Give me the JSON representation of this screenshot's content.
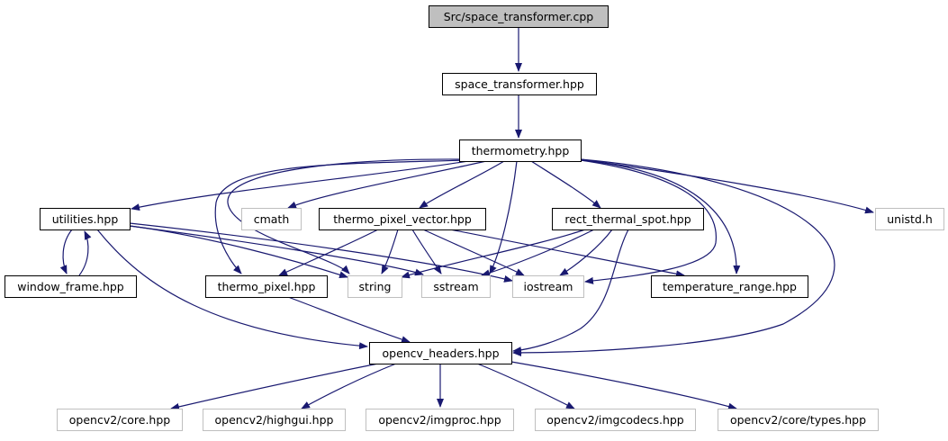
{
  "graph": {
    "nodes": [
      {
        "id": "n_space_cpp",
        "label": "Src/space_transformer.cpp",
        "style": "root"
      },
      {
        "id": "n_space_hpp",
        "label": "space_transformer.hpp",
        "style": "local"
      },
      {
        "id": "n_thermometry",
        "label": "thermometry.hpp",
        "style": "local"
      },
      {
        "id": "n_utilities",
        "label": "utilities.hpp",
        "style": "local"
      },
      {
        "id": "n_cmath",
        "label": "cmath",
        "style": "system"
      },
      {
        "id": "n_tpv",
        "label": "thermo_pixel_vector.hpp",
        "style": "local"
      },
      {
        "id": "n_rts",
        "label": "rect_thermal_spot.hpp",
        "style": "local"
      },
      {
        "id": "n_unistd",
        "label": "unistd.h",
        "style": "system"
      },
      {
        "id": "n_window",
        "label": "window_frame.hpp",
        "style": "local"
      },
      {
        "id": "n_tp",
        "label": "thermo_pixel.hpp",
        "style": "local"
      },
      {
        "id": "n_string",
        "label": "string",
        "style": "system"
      },
      {
        "id": "n_sstream",
        "label": "sstream",
        "style": "system"
      },
      {
        "id": "n_iostream",
        "label": "iostream",
        "style": "system"
      },
      {
        "id": "n_temp",
        "label": "temperature_range.hpp",
        "style": "local"
      },
      {
        "id": "n_opencv",
        "label": "opencv_headers.hpp",
        "style": "local"
      },
      {
        "id": "n_core",
        "label": "opencv2/core.hpp",
        "style": "system"
      },
      {
        "id": "n_highgui",
        "label": "opencv2/highgui.hpp",
        "style": "system"
      },
      {
        "id": "n_imgproc",
        "label": "opencv2/imgproc.hpp",
        "style": "system"
      },
      {
        "id": "n_imgcodecs",
        "label": "opencv2/imgcodecs.hpp",
        "style": "system"
      },
      {
        "id": "n_types",
        "label": "opencv2/core/types.hpp",
        "style": "system"
      }
    ],
    "edges": [
      {
        "from": "n_space_cpp",
        "to": "n_space_hpp"
      },
      {
        "from": "n_space_hpp",
        "to": "n_thermometry"
      },
      {
        "from": "n_thermometry",
        "to": "n_utilities"
      },
      {
        "from": "n_thermometry",
        "to": "n_cmath"
      },
      {
        "from": "n_thermometry",
        "to": "n_tpv"
      },
      {
        "from": "n_thermometry",
        "to": "n_rts"
      },
      {
        "from": "n_thermometry",
        "to": "n_unistd"
      },
      {
        "from": "n_thermometry",
        "to": "n_tp"
      },
      {
        "from": "n_thermometry",
        "to": "n_string"
      },
      {
        "from": "n_thermometry",
        "to": "n_sstream"
      },
      {
        "from": "n_thermometry",
        "to": "n_iostream"
      },
      {
        "from": "n_thermometry",
        "to": "n_temp"
      },
      {
        "from": "n_thermometry",
        "to": "n_opencv"
      },
      {
        "from": "n_utilities",
        "to": "n_window"
      },
      {
        "from": "n_window",
        "to": "n_utilities"
      },
      {
        "from": "n_utilities",
        "to": "n_string"
      },
      {
        "from": "n_utilities",
        "to": "n_sstream"
      },
      {
        "from": "n_utilities",
        "to": "n_iostream"
      },
      {
        "from": "n_utilities",
        "to": "n_opencv"
      },
      {
        "from": "n_tpv",
        "to": "n_tp"
      },
      {
        "from": "n_tpv",
        "to": "n_string"
      },
      {
        "from": "n_tpv",
        "to": "n_sstream"
      },
      {
        "from": "n_tpv",
        "to": "n_iostream"
      },
      {
        "from": "n_tpv",
        "to": "n_temp"
      },
      {
        "from": "n_rts",
        "to": "n_string"
      },
      {
        "from": "n_rts",
        "to": "n_sstream"
      },
      {
        "from": "n_rts",
        "to": "n_iostream"
      },
      {
        "from": "n_rts",
        "to": "n_opencv"
      },
      {
        "from": "n_tp",
        "to": "n_opencv"
      },
      {
        "from": "n_opencv",
        "to": "n_core"
      },
      {
        "from": "n_opencv",
        "to": "n_highgui"
      },
      {
        "from": "n_opencv",
        "to": "n_imgproc"
      },
      {
        "from": "n_opencv",
        "to": "n_imgcodecs"
      },
      {
        "from": "n_opencv",
        "to": "n_types"
      }
    ],
    "colors": {
      "edge": "#191970",
      "local_border": "#000000",
      "system_border": "#bfbfbf",
      "system_text": "#000000",
      "root_fill": "#bfbfbf",
      "node_fill": "#ffffff"
    }
  }
}
